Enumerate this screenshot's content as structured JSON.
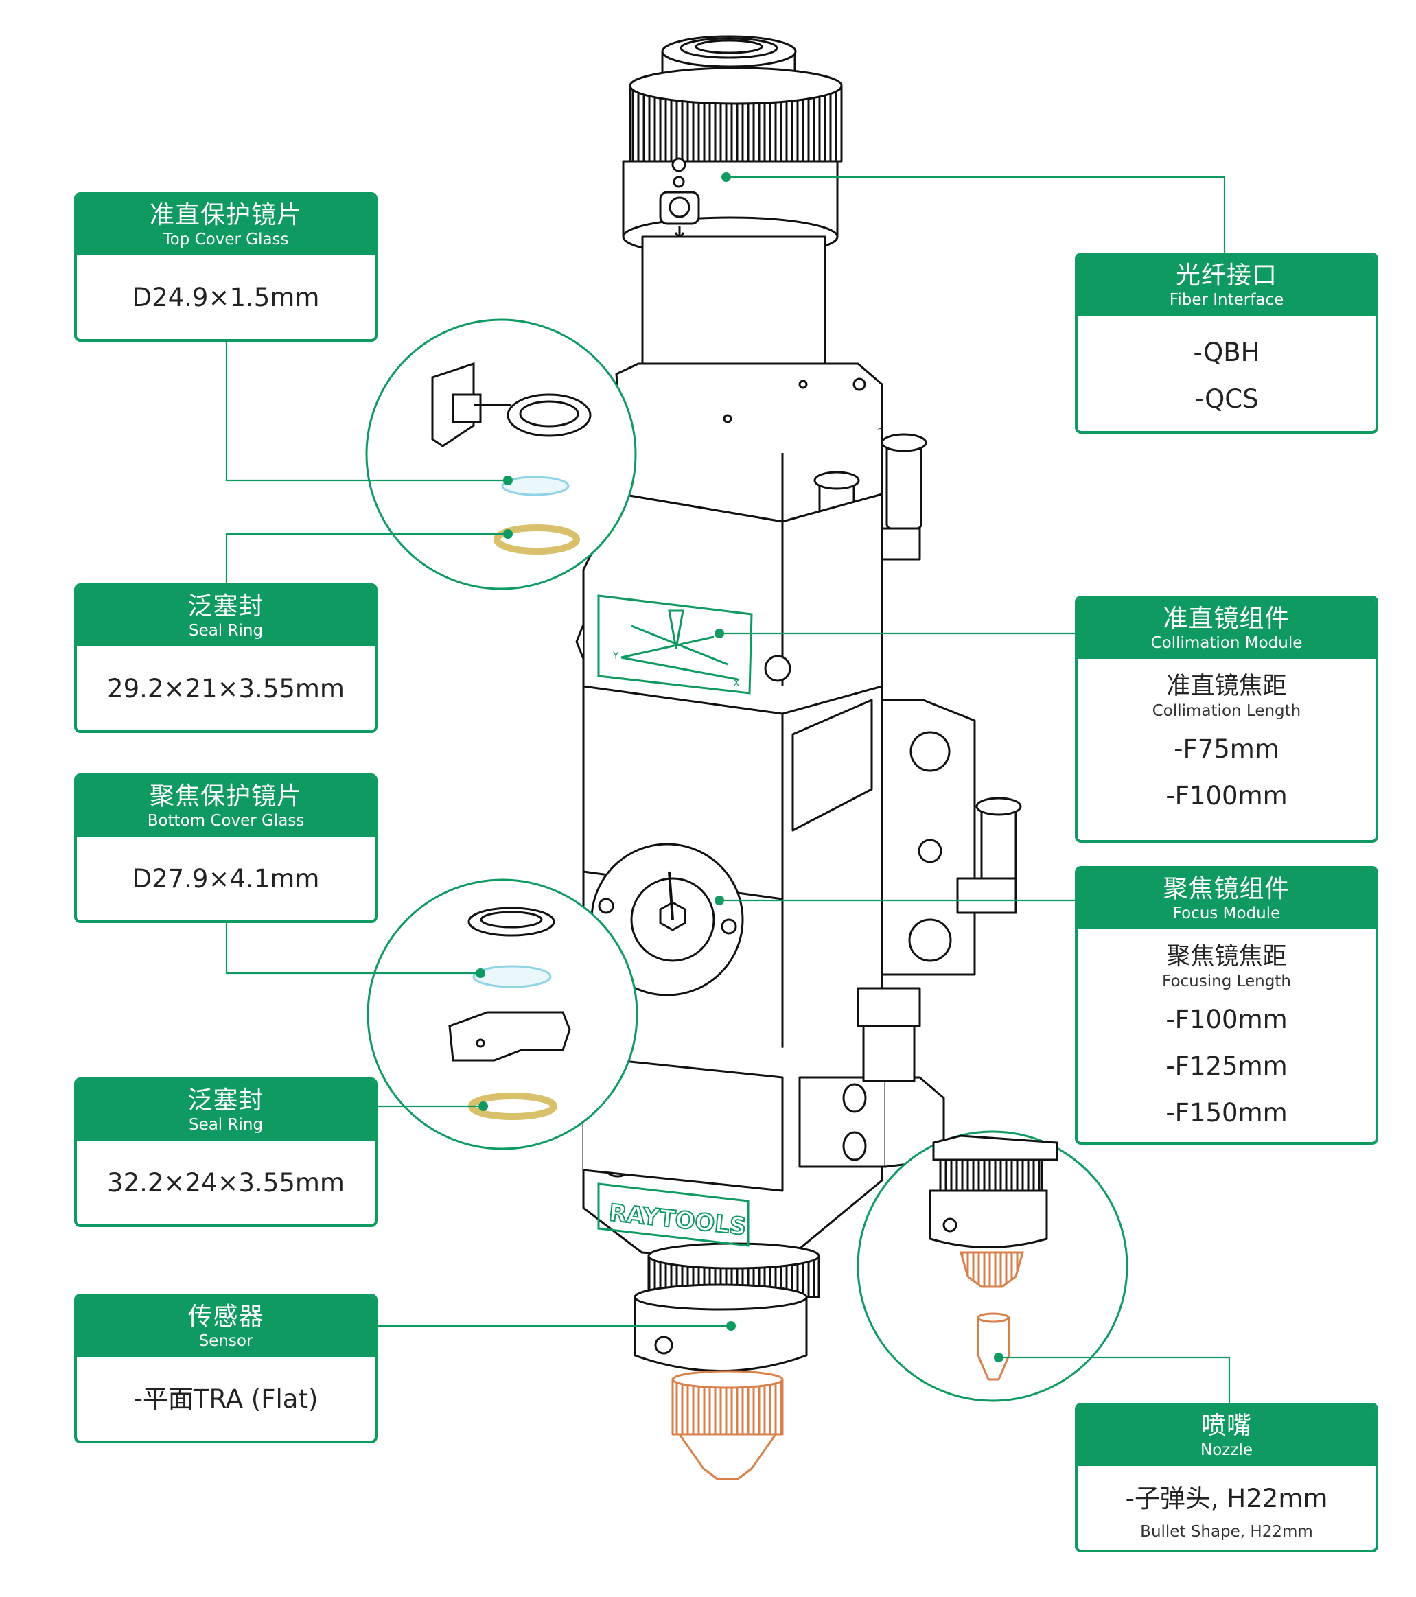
{
  "colors": {
    "accent": "#0f9a62",
    "leader": "#0f9a62",
    "copper": "#d9804a",
    "brass": "#d9c06a",
    "glass": "#8fd3e6"
  },
  "product_marking": {
    "brand": "RAYTOOLS",
    "axis_y": "Y",
    "axis_x": "X"
  },
  "callouts": {
    "top_cover_glass": {
      "zh": "准直保护镜片",
      "en": "Top Cover Glass",
      "values": [
        "D24.9×1.5mm"
      ]
    },
    "seal_ring_top": {
      "zh": "泛塞封",
      "en": "Seal Ring",
      "values": [
        "29.2×21×3.55mm"
      ]
    },
    "bottom_cover_glass": {
      "zh": "聚焦保护镜片",
      "en": "Bottom Cover Glass",
      "values": [
        "D27.9×4.1mm"
      ]
    },
    "seal_ring_bottom": {
      "zh": "泛塞封",
      "en": "Seal Ring",
      "values": [
        "32.2×24×3.55mm"
      ]
    },
    "sensor": {
      "zh": "传感器",
      "en": "Sensor",
      "values": [
        "-平面TRA (Flat)"
      ]
    },
    "fiber_interface": {
      "zh": "光纤接口",
      "en": "Fiber Interface",
      "values": [
        "-QBH",
        "-QCS"
      ]
    },
    "collimation_module": {
      "zh": "准直镜组件",
      "en": "Collimation Module",
      "sub_zh": "准直镜焦距",
      "sub_en": "Collimation Length",
      "values": [
        "-F75mm",
        "-F100mm"
      ]
    },
    "focus_module": {
      "zh": "聚焦镜组件",
      "en": "Focus Module",
      "sub_zh": "聚焦镜焦距",
      "sub_en": "Focusing Length",
      "values": [
        "-F100mm",
        "-F125mm",
        "-F150mm"
      ]
    },
    "nozzle": {
      "zh": "喷嘴",
      "en": "Nozzle",
      "values": [
        "-子弹头, H22mm"
      ],
      "note": "Bullet Shape, H22mm"
    }
  }
}
